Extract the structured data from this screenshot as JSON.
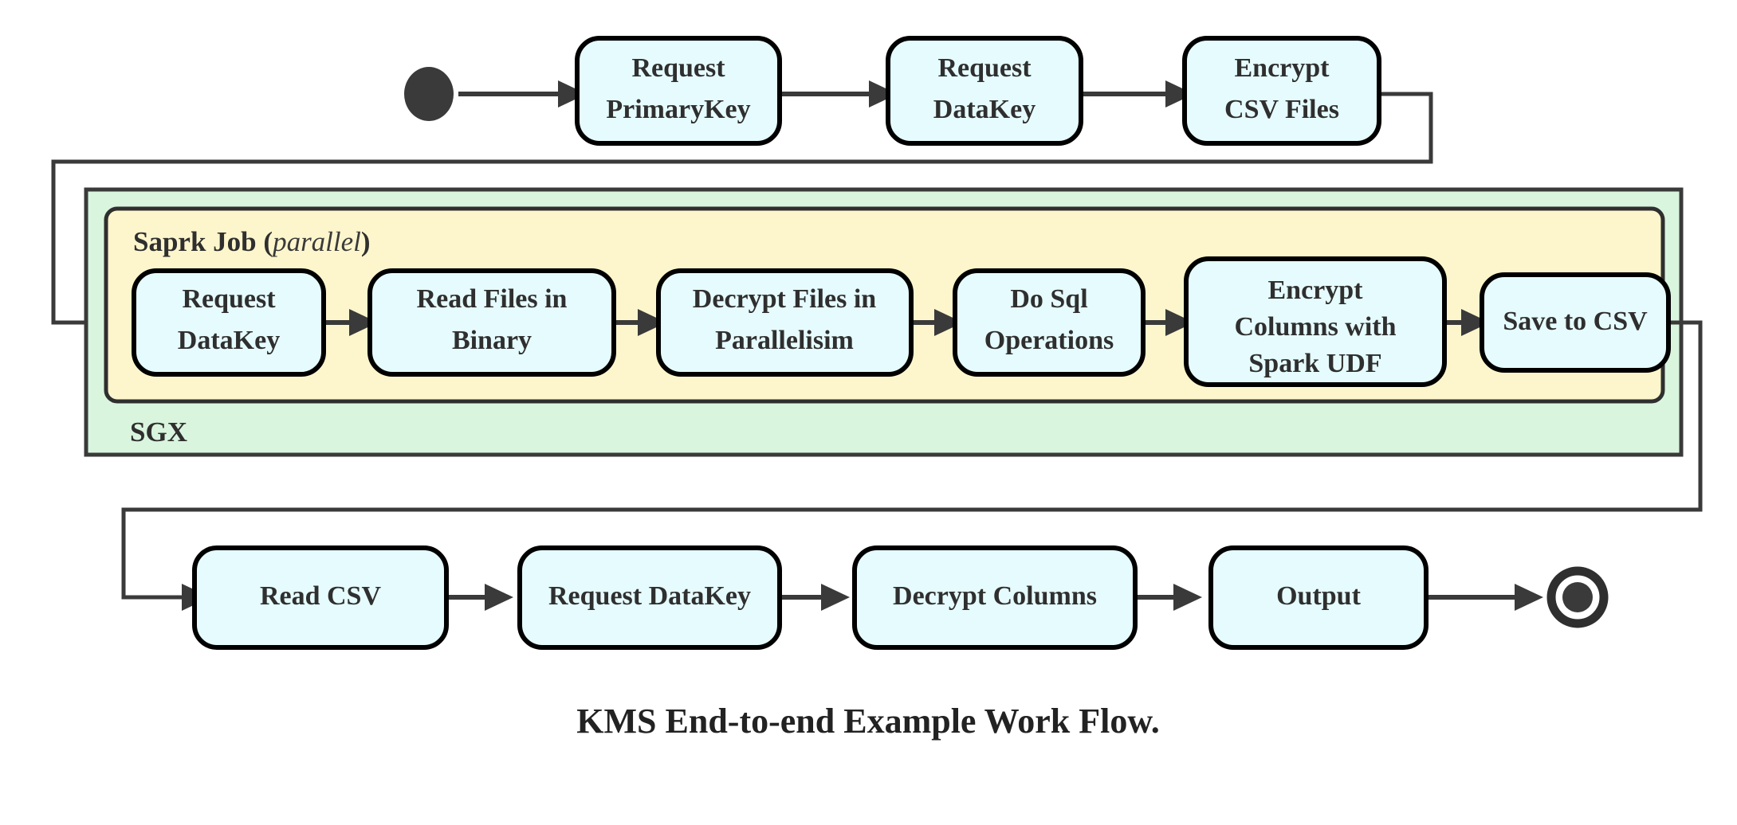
{
  "diagram": {
    "caption": "KMS End-to-end Example Work Flow.",
    "colors": {
      "node_fill": "#e6fbfd",
      "node_stroke": "#000000",
      "sgx_container_fill": "#d9f5de",
      "spark_container_fill": "#fdf6cc",
      "edge": "#3a3a3a",
      "text": "#2f2f2f",
      "background": "#ffffff"
    },
    "start_node": {
      "name": "start-node",
      "shape": "filled-circle"
    },
    "end_node": {
      "name": "end-node",
      "shape": "ring-with-filled-center"
    },
    "containers": [
      {
        "id": "sgx",
        "label": "SGX",
        "label_position": "bottom-left",
        "fill": "#d9f5de"
      },
      {
        "id": "spark-job",
        "label": "Saprk Job",
        "label_suffix_open": "(",
        "label_italic": "parallel",
        "label_suffix_close": ")",
        "label_position": "top-left",
        "fill": "#fdf6cc"
      }
    ],
    "rows": {
      "top": {
        "name": "top-row",
        "nodes": [
          {
            "id": "request-primarykey",
            "lines": [
              "Request",
              "PrimaryKey"
            ]
          },
          {
            "id": "request-datakey-top",
            "lines": [
              "Request",
              "DataKey"
            ]
          },
          {
            "id": "encrypt-csv-files",
            "lines": [
              "Encrypt",
              "CSV Files"
            ]
          }
        ]
      },
      "middle": {
        "name": "spark-pipeline-row",
        "nodes": [
          {
            "id": "request-datakey-spark",
            "lines": [
              "Request",
              "DataKey"
            ]
          },
          {
            "id": "read-files-in-binary",
            "lines": [
              "Read Files in",
              "Binary"
            ]
          },
          {
            "id": "decrypt-files-in-parallelisim",
            "lines": [
              "Decrypt Files in",
              "Parallelisim"
            ]
          },
          {
            "id": "do-sql-operations",
            "lines": [
              "Do Sql",
              "Operations"
            ]
          },
          {
            "id": "encrypt-columns-with-spark-udf",
            "lines": [
              "Encrypt",
              "Columns with",
              "Spark UDF"
            ]
          },
          {
            "id": "save-to-csv",
            "lines": [
              "Save to CSV"
            ]
          }
        ]
      },
      "bottom": {
        "name": "bottom-row",
        "nodes": [
          {
            "id": "read-csv",
            "lines": [
              "Read CSV"
            ]
          },
          {
            "id": "request-datakey-bottom",
            "lines": [
              "Request DataKey"
            ]
          },
          {
            "id": "decrypt-columns",
            "lines": [
              "Decrypt Columns"
            ]
          },
          {
            "id": "output",
            "lines": [
              "Output"
            ]
          }
        ]
      }
    },
    "edges": [
      {
        "from": "start-node",
        "to": "request-primarykey",
        "type": "straight"
      },
      {
        "from": "request-primarykey",
        "to": "request-datakey-top",
        "type": "straight"
      },
      {
        "from": "request-datakey-top",
        "to": "encrypt-csv-files",
        "type": "straight"
      },
      {
        "from": "encrypt-csv-files",
        "to": "request-datakey-spark",
        "type": "orthogonal-wrap-left"
      },
      {
        "from": "request-datakey-spark",
        "to": "read-files-in-binary",
        "type": "straight"
      },
      {
        "from": "read-files-in-binary",
        "to": "decrypt-files-in-parallelisim",
        "type": "straight"
      },
      {
        "from": "decrypt-files-in-parallelisim",
        "to": "do-sql-operations",
        "type": "straight"
      },
      {
        "from": "do-sql-operations",
        "to": "encrypt-columns-with-spark-udf",
        "type": "straight"
      },
      {
        "from": "encrypt-columns-with-spark-udf",
        "to": "save-to-csv",
        "type": "straight"
      },
      {
        "from": "save-to-csv",
        "to": "read-csv",
        "type": "orthogonal-wrap-right"
      },
      {
        "from": "read-csv",
        "to": "request-datakey-bottom",
        "type": "straight"
      },
      {
        "from": "request-datakey-bottom",
        "to": "decrypt-columns",
        "type": "straight"
      },
      {
        "from": "decrypt-columns",
        "to": "output",
        "type": "straight"
      },
      {
        "from": "output",
        "to": "end-node",
        "type": "straight"
      }
    ]
  }
}
